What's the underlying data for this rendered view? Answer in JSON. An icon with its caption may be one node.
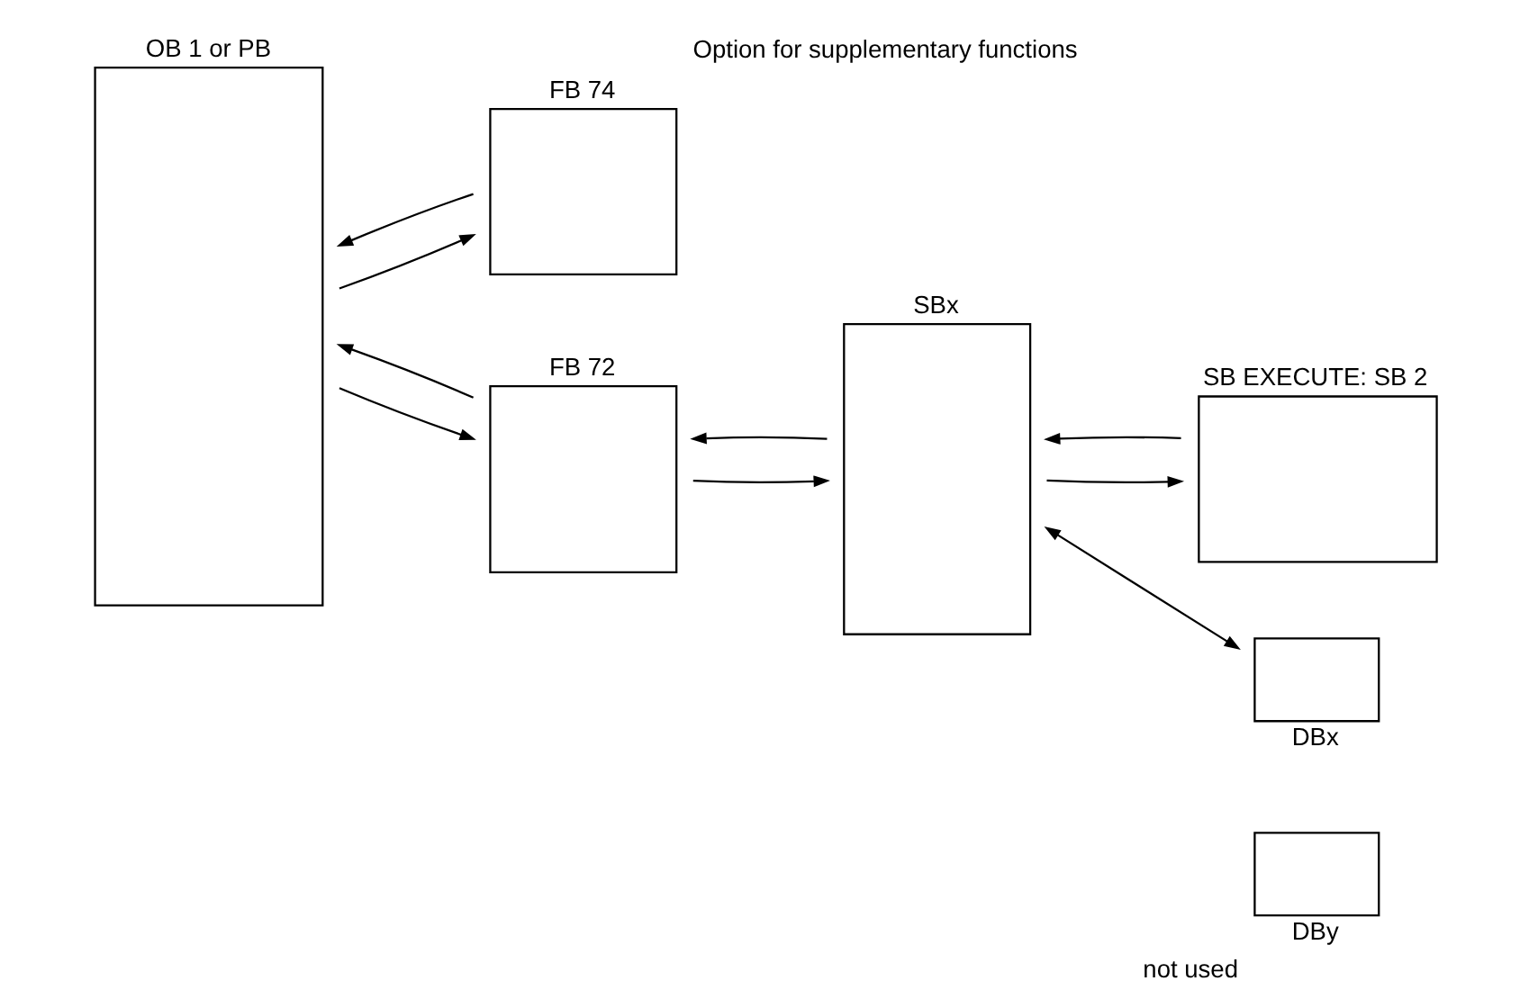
{
  "diagram": {
    "nodes": [
      {
        "text": [
          "OB 1 or PB"
        ]
      },
      {
        "text": [
          "FB 74"
        ],
        "beside": [
          "Option for supplementary functions"
        ]
      },
      {
        "text": [
          "FB 72"
        ]
      },
      {
        "text": [
          "SBx"
        ]
      },
      {
        "text": [
          "SB EXECUTE: SB 2"
        ]
      },
      {
        "text": [
          "DBx"
        ]
      },
      {
        "text": [
          "DBy"
        ],
        "beside": [
          "not used"
        ]
      }
    ],
    "edges": [
      {
        "from": 0,
        "to": 1,
        "arrow": "to"
      },
      {
        "from": 1,
        "to": 0,
        "arrow": "to"
      },
      {
        "from": 0,
        "to": 2,
        "arrow": "to"
      },
      {
        "from": 2,
        "to": 0,
        "arrow": "to"
      },
      {
        "from": 2,
        "to": 3,
        "arrow": "to"
      },
      {
        "from": 3,
        "to": 2,
        "arrow": "to"
      },
      {
        "from": 3,
        "to": 4,
        "arrow": "to"
      },
      {
        "from": 4,
        "to": 3,
        "arrow": "to"
      },
      {
        "from": 3,
        "to": 5,
        "arrow": "both"
      }
    ]
  }
}
